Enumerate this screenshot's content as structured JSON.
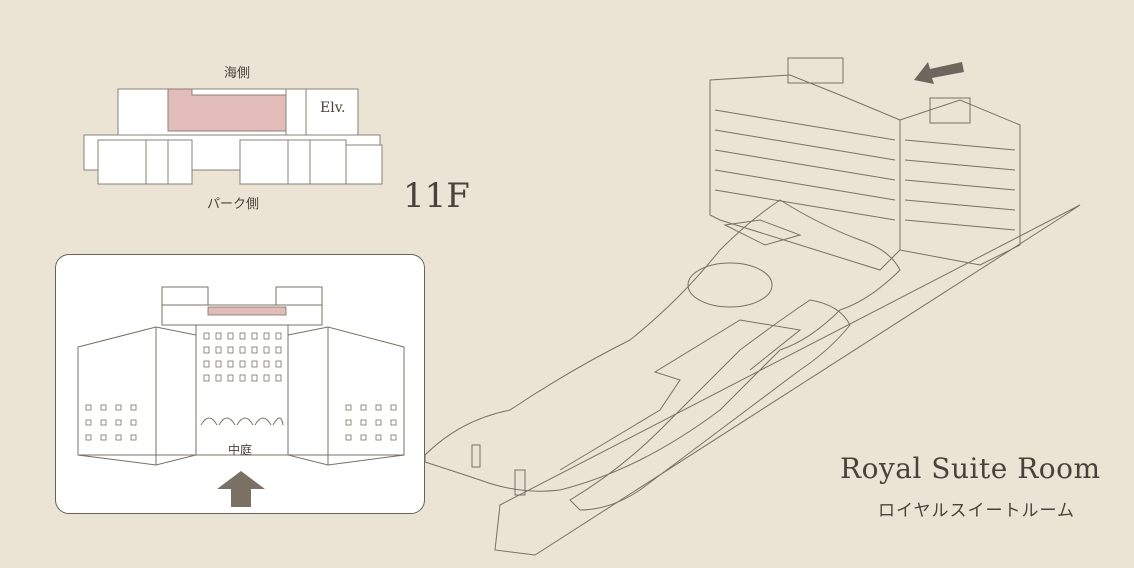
{
  "floorplan": {
    "sea_side_label": "海側",
    "park_side_label": "パーク側",
    "elevator_label": "Elv.",
    "floor_label": "11F",
    "highlight_color": "#e2bcb8"
  },
  "inset": {
    "courtyard_label": "中庭",
    "arrow_icon": "up-arrow-icon",
    "arrow_color": "#7a7064"
  },
  "map": {
    "arrow_icon": "left-down-arrow-icon"
  },
  "room": {
    "name_en": "Royal Suite Room",
    "name_jp": "ロイヤルスイートルーム"
  }
}
